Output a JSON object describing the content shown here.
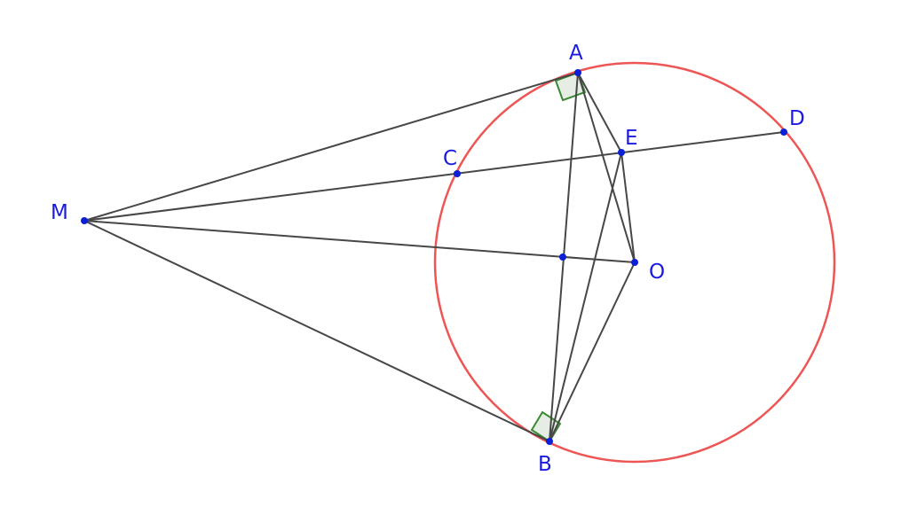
{
  "colors": {
    "circle": "#ee5555",
    "segment": "#474747",
    "point": "#0b1fd6",
    "label": "#1a1ae0",
    "right_angle_stroke": "#3a8a34",
    "right_angle_fill": "#e6ede4"
  },
  "labels": {
    "A": "A",
    "B": "B",
    "C": "C",
    "D": "D",
    "E": "E",
    "M": "M",
    "O": "O"
  }
}
